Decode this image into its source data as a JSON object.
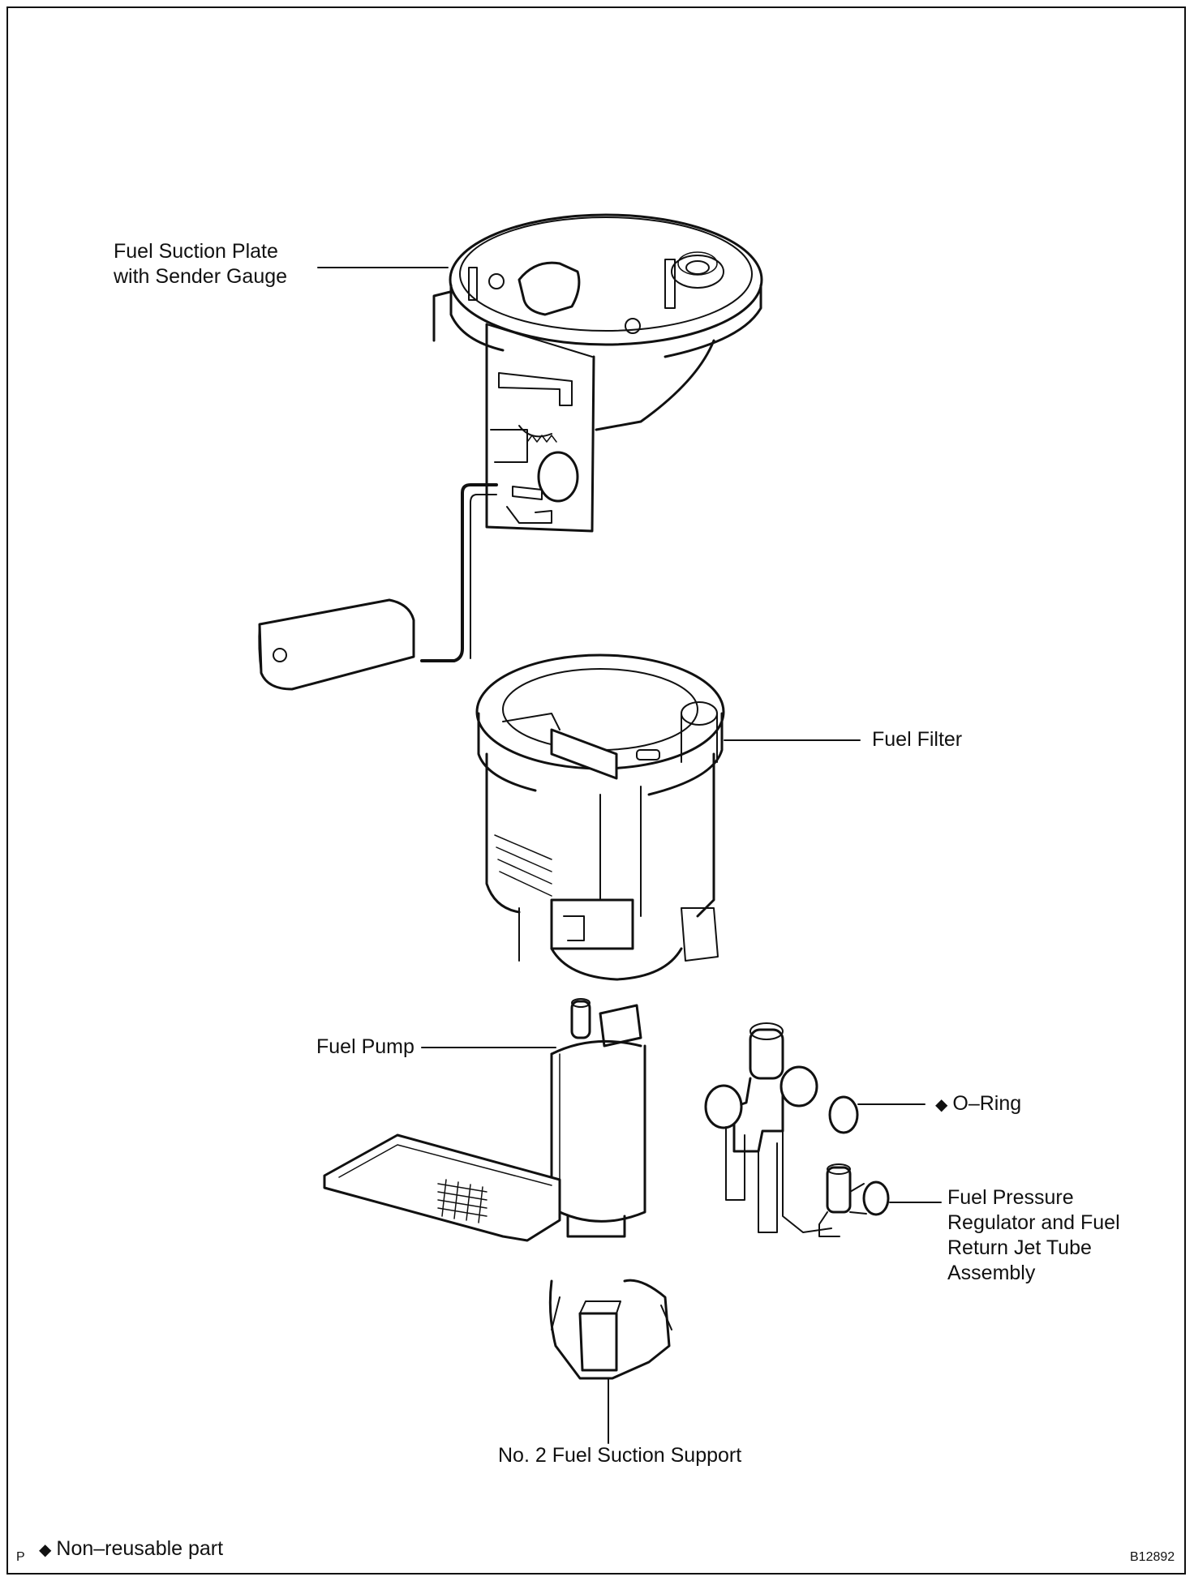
{
  "labels": {
    "suction_plate": [
      "Fuel Suction Plate",
      "with Sender Gauge"
    ],
    "fuel_filter": "Fuel Filter",
    "fuel_pump": "Fuel Pump",
    "o_ring": "O–Ring",
    "o_ring_mark": "◆",
    "regulator": [
      "Fuel Pressure",
      "Regulator and Fuel",
      "Return Jet Tube",
      "Assembly"
    ],
    "suction_support": "No. 2 Fuel Suction Support"
  },
  "footer": {
    "page_letter": "P",
    "legend_mark": "◆",
    "legend_text": "Non–reusable part",
    "figure_id": "B12892"
  },
  "colors": {
    "line": "#111111",
    "background": "#ffffff"
  }
}
